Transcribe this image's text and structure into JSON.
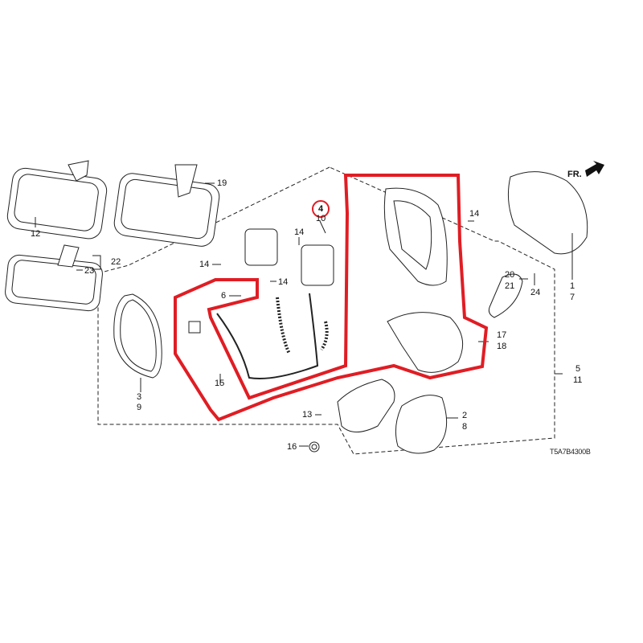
{
  "diagram": {
    "title_code": "T5A7B4300B",
    "front_indicator": "FR.",
    "highlighted_part": "4",
    "highlight_color": "#e01d24",
    "labels": [
      "12",
      "19",
      "22",
      "23",
      "14",
      "14",
      "14",
      "14",
      "10",
      "6",
      "3",
      "9",
      "15",
      "13",
      "16",
      "2",
      "8",
      "17",
      "18",
      "5",
      "11",
      "20",
      "21",
      "24",
      "1",
      "7"
    ]
  }
}
